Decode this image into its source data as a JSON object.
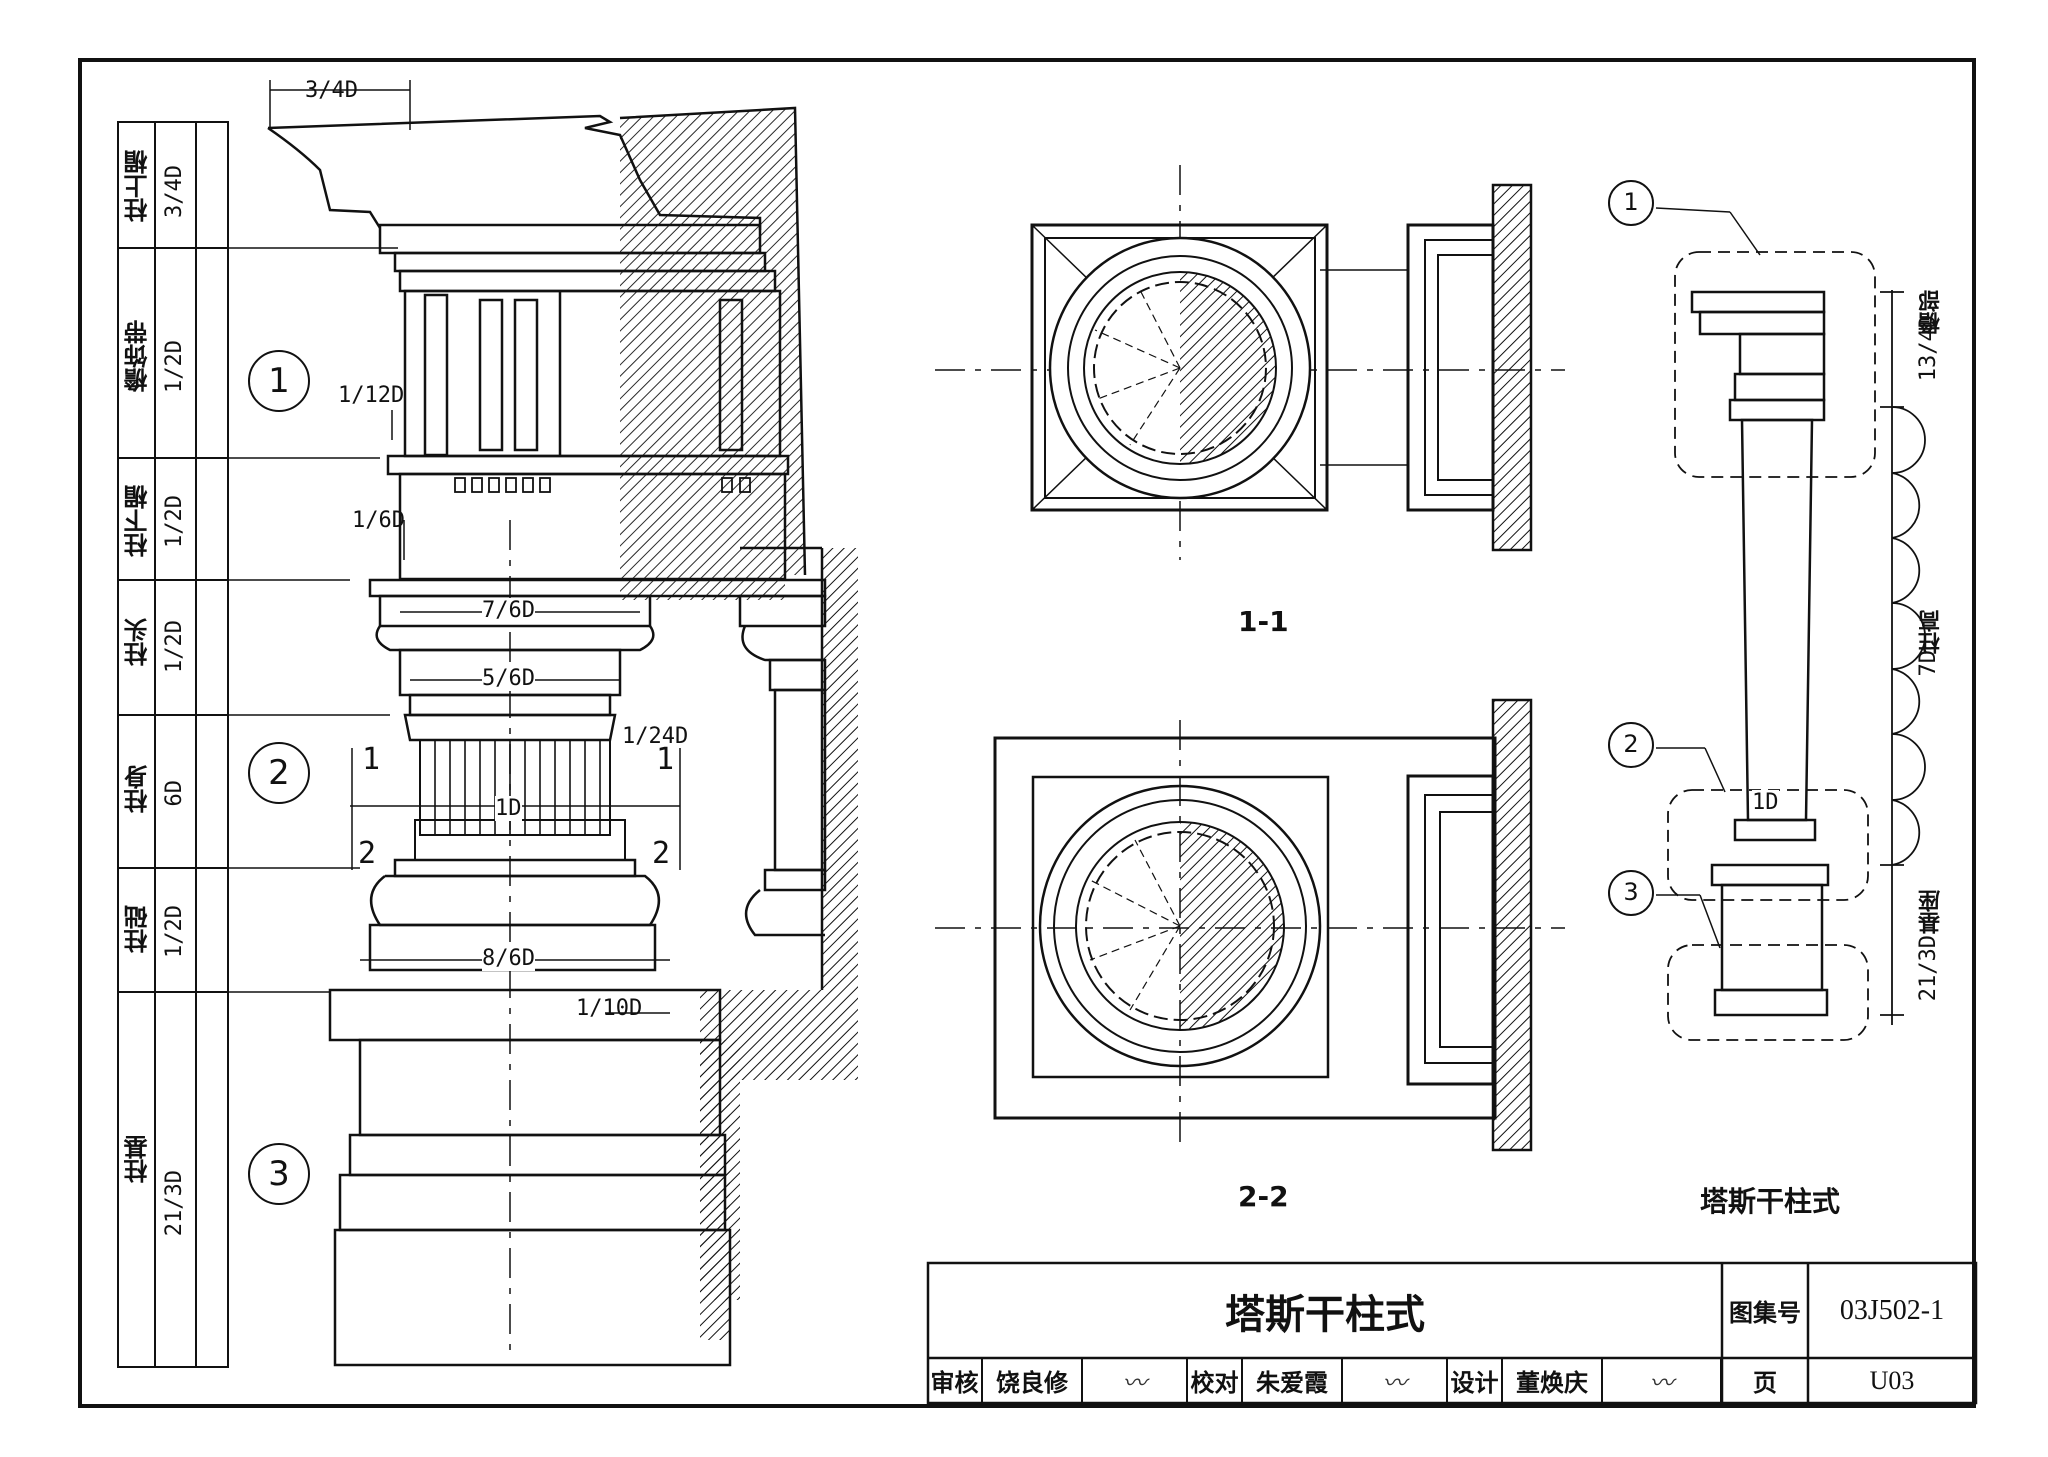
{
  "left_labels": {
    "groups": [
      {
        "name": "柱上楣",
        "size": "3/4D"
      },
      {
        "name": "檐饰带",
        "size": "1/2D"
      },
      {
        "name": "柱下楣",
        "size": "1/2D"
      },
      {
        "name": "柱头",
        "size": "1/2D"
      },
      {
        "name": "柱身",
        "size": "6D"
      },
      {
        "name": "柱础",
        "size": "1/2D"
      },
      {
        "name": "柱基",
        "size": "21/3D"
      }
    ]
  },
  "markers": [
    "1",
    "2",
    "3"
  ],
  "elevation_dims": {
    "top": "3/4D",
    "d12": "1/12D",
    "d6": "1/6D",
    "d7_6": "7/6D",
    "d5_6": "5/6D",
    "d24": "1/24D",
    "d1": "1D",
    "d8_6": "8/6D",
    "d10": "1/10D",
    "sec1_left": "1",
    "sec1_right": "1",
    "sec2_left": "2",
    "sec2_right": "2"
  },
  "sections": {
    "s1": "1-1",
    "s2": "2-2"
  },
  "right_view": {
    "title": "塔斯干柱式",
    "callouts": [
      "1",
      "2",
      "3"
    ],
    "d1": "1D",
    "dims": [
      {
        "value": "13/4D",
        "label": "檐部"
      },
      {
        "value": "7D",
        "label": "柱高"
      },
      {
        "value": "21/3D",
        "label": "基座"
      }
    ]
  },
  "title_block": {
    "main_title": "塔斯干柱式",
    "atlas_label": "图集号",
    "atlas_no": "03J502-1",
    "page_label": "页",
    "page_no": "U03",
    "review_label": "审核",
    "reviewer": "饶良修",
    "check_label": "校对",
    "checker": "朱爱霞",
    "design_label": "设计",
    "designer": "董焕庆"
  }
}
